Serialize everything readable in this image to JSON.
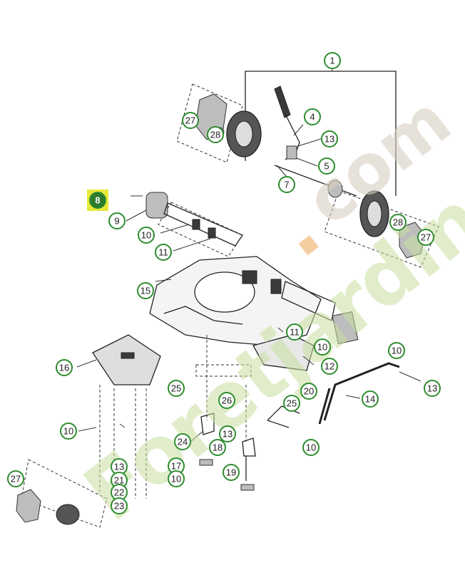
{
  "watermark": {
    "part1": "Foretjardin",
    "part2": ".",
    "part3": "com"
  },
  "selected_part": "8",
  "callouts": [
    {
      "label": "1"
    },
    {
      "label": "4"
    },
    {
      "label": "27"
    },
    {
      "label": "28"
    },
    {
      "label": "13"
    },
    {
      "label": "5"
    },
    {
      "label": "7"
    },
    {
      "label": "8"
    },
    {
      "label": "9"
    },
    {
      "label": "10"
    },
    {
      "label": "11"
    },
    {
      "label": "28"
    },
    {
      "label": "27"
    },
    {
      "label": "15"
    },
    {
      "label": "11"
    },
    {
      "label": "10"
    },
    {
      "label": "10"
    },
    {
      "label": "12"
    },
    {
      "label": "16"
    },
    {
      "label": "25"
    },
    {
      "label": "26"
    },
    {
      "label": "20"
    },
    {
      "label": "25"
    },
    {
      "label": "14"
    },
    {
      "label": "13"
    },
    {
      "label": "10"
    },
    {
      "label": "24"
    },
    {
      "label": "13"
    },
    {
      "label": "18"
    },
    {
      "label": "10"
    },
    {
      "label": "17"
    },
    {
      "label": "10"
    },
    {
      "label": "19"
    },
    {
      "label": "27"
    },
    {
      "label": "13"
    },
    {
      "label": "21"
    },
    {
      "label": "22"
    },
    {
      "label": "23"
    }
  ]
}
